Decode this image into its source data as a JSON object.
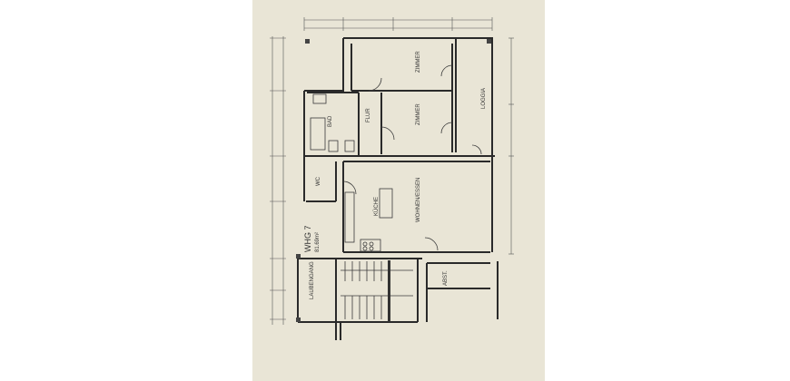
{
  "plan": {
    "unit_label": "WHG 7",
    "unit_area": "81.69m²",
    "rooms": {
      "zimmer_1": "ZIMMER",
      "zimmer_2": "ZIMMER",
      "loggia": "LOGGIA",
      "flur": "FLUR",
      "bad": "BAD",
      "wc": "WC",
      "kueche": "KÜCHE",
      "wohnen": "WOHNEN/ESSEN",
      "abst": "ABST.",
      "laubengang": "LAUBENGANG"
    }
  }
}
